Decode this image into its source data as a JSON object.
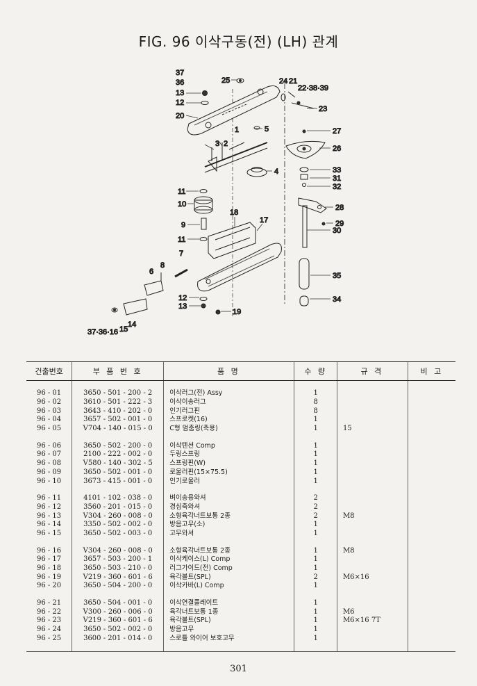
{
  "title": "FIG. 96 이삭구동(전) (LH) 관계",
  "callouts": {
    "c37": "37",
    "c36": "36",
    "c13": "13",
    "c12": "12",
    "c20": "20",
    "c25": "25",
    "c24": "24",
    "c21": "21",
    "c22_38_39": "22·38·39",
    "c23": "23",
    "c5": "5",
    "c1": "1",
    "c3": "3",
    "c2": "2",
    "c4": "4",
    "c27": "27",
    "c26": "26",
    "c33": "33",
    "c31": "31",
    "c32": "32",
    "c11a": "11",
    "c10": "10",
    "c28": "28",
    "c29": "29",
    "c30": "30",
    "c9": "9",
    "c18": "18",
    "c17": "17",
    "c11b": "11",
    "c7": "7",
    "c6": "6",
    "c8": "8",
    "c35": "35",
    "c34": "34",
    "c12b": "12",
    "c13b": "13",
    "c19": "19",
    "c37_36_16": "37·36·16",
    "c15": "15",
    "c14": "14"
  },
  "table": {
    "headers": {
      "no": "건출번호",
      "part_no": "부 품 번 호",
      "name": "품 명",
      "qty": "수 량",
      "spec": "규 격",
      "remark": "비 고"
    },
    "groups": [
      [
        {
          "no": "96 - 01",
          "part_no": "3650 - 501 - 200 - 2",
          "name": "이삭러그(전) Assy",
          "qty": "1",
          "spec": "",
          "remark": ""
        },
        {
          "no": "96 - 02",
          "part_no": "3610 - 501 - 222 - 3",
          "name": "이삭이송러그",
          "qty": "8",
          "spec": "",
          "remark": ""
        },
        {
          "no": "96 - 03",
          "part_no": "3643 - 410 - 202 - 0",
          "name": "인기러그핀",
          "qty": "8",
          "spec": "",
          "remark": ""
        },
        {
          "no": "96 - 04",
          "part_no": "3657 - 502 - 001 - 0",
          "name": "스프로켓(16)",
          "qty": "1",
          "spec": "",
          "remark": ""
        },
        {
          "no": "96 - 05",
          "part_no": "V704 - 140 - 015 - 0",
          "name": "C형 멈춤링(축용)",
          "qty": "1",
          "spec": "15",
          "remark": ""
        }
      ],
      [
        {
          "no": "96 - 06",
          "part_no": "3650 - 502 - 200 - 0",
          "name": "이삭텐션 Comp",
          "qty": "1",
          "spec": "",
          "remark": ""
        },
        {
          "no": "96 - 07",
          "part_no": "2100 - 222 - 002 - 0",
          "name": "두링스프링",
          "qty": "1",
          "spec": "",
          "remark": ""
        },
        {
          "no": "96 - 08",
          "part_no": "V580 - 140 - 302 - 5",
          "name": "스프링핀(W)",
          "qty": "1",
          "spec": "",
          "remark": ""
        },
        {
          "no": "96 - 09",
          "part_no": "3650 - 502 - 001 - 0",
          "name": "로울러핀(15×75.5)",
          "qty": "1",
          "spec": "",
          "remark": ""
        },
        {
          "no": "96 - 10",
          "part_no": "3673 - 415 - 001 - 0",
          "name": "인기로울러",
          "qty": "1",
          "spec": "",
          "remark": ""
        }
      ],
      [
        {
          "no": "96 - 11",
          "part_no": "4101 - 102 - 038 - 0",
          "name": "벼이송용와셔",
          "qty": "2",
          "spec": "",
          "remark": ""
        },
        {
          "no": "96 - 12",
          "part_no": "3560 - 201 - 015 - 0",
          "name": "경심축와셔",
          "qty": "2",
          "spec": "",
          "remark": ""
        },
        {
          "no": "96 - 13",
          "part_no": "V304 - 260 - 008 - 0",
          "name": "소형육각너트보통 2종",
          "qty": "2",
          "spec": "M8",
          "remark": ""
        },
        {
          "no": "96 - 14",
          "part_no": "3350 - 502 - 002 - 0",
          "name": "방음고무(소)",
          "qty": "1",
          "spec": "",
          "remark": ""
        },
        {
          "no": "96 - 15",
          "part_no": "3650 - 502 - 003 - 0",
          "name": "고무와셔",
          "qty": "1",
          "spec": "",
          "remark": ""
        }
      ],
      [
        {
          "no": "96 - 16",
          "part_no": "V304 - 260 - 008 - 0",
          "name": "소형육각너트보통 2종",
          "qty": "1",
          "spec": "M8",
          "remark": ""
        },
        {
          "no": "96 - 17",
          "part_no": "3657 - 503 - 200 - 1",
          "name": "이삭케이스(L) Comp",
          "qty": "1",
          "spec": "",
          "remark": ""
        },
        {
          "no": "96 - 18",
          "part_no": "3650 - 503 - 210 - 0",
          "name": "러그가이드(전) Comp",
          "qty": "1",
          "spec": "",
          "remark": ""
        },
        {
          "no": "96 - 19",
          "part_no": "V219 - 360 - 601 - 6",
          "name": "육각볼트(SPL)",
          "qty": "2",
          "spec": "M6×16",
          "remark": ""
        },
        {
          "no": "96 - 20",
          "part_no": "3650 - 504 - 200 - 0",
          "name": "이삭카바(L) Comp",
          "qty": "1",
          "spec": "",
          "remark": ""
        }
      ],
      [
        {
          "no": "96 - 21",
          "part_no": "3650 - 504 - 001 - 0",
          "name": "이삭연결플레이트",
          "qty": "1",
          "spec": "",
          "remark": ""
        },
        {
          "no": "96 - 22",
          "part_no": "V300 - 260 - 006 - 0",
          "name": "육각너트보통 1종",
          "qty": "1",
          "spec": "M6",
          "remark": ""
        },
        {
          "no": "96 - 23",
          "part_no": "V219 - 360 - 601 - 6",
          "name": "육각볼트(SPL)",
          "qty": "1",
          "spec": "M6×16 7T",
          "remark": ""
        },
        {
          "no": "96 - 24",
          "part_no": "3650 - 502 - 002 - 0",
          "name": "방음고무",
          "qty": "1",
          "spec": "",
          "remark": ""
        },
        {
          "no": "96 - 25",
          "part_no": "3600 - 201 - 014 - 0",
          "name": "스로틀 와이어 보호고무",
          "qty": "1",
          "spec": "",
          "remark": ""
        }
      ]
    ]
  },
  "page_number": "301"
}
